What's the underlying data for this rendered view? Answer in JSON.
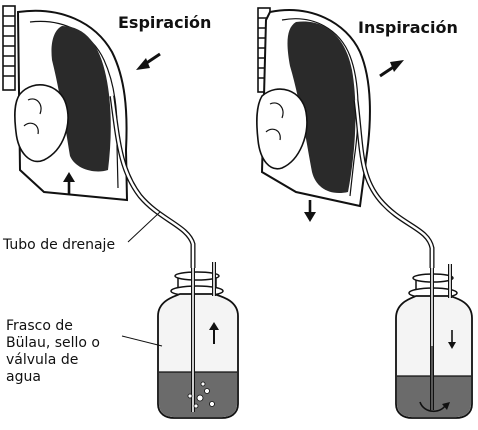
{
  "labels": {
    "expiration": "Espiración",
    "inspiration": "Inspiración",
    "drain_tube": "Tubo de drenaje",
    "bottle": "Frasco de\nBülau, sello o\nválvula de\nagua"
  },
  "colors": {
    "ink": "#111111",
    "lung_fill": "#2a2a2a",
    "liquid_fill": "#6b6b6b",
    "glass": "#f4f4f4",
    "paper": "#ffffff"
  }
}
